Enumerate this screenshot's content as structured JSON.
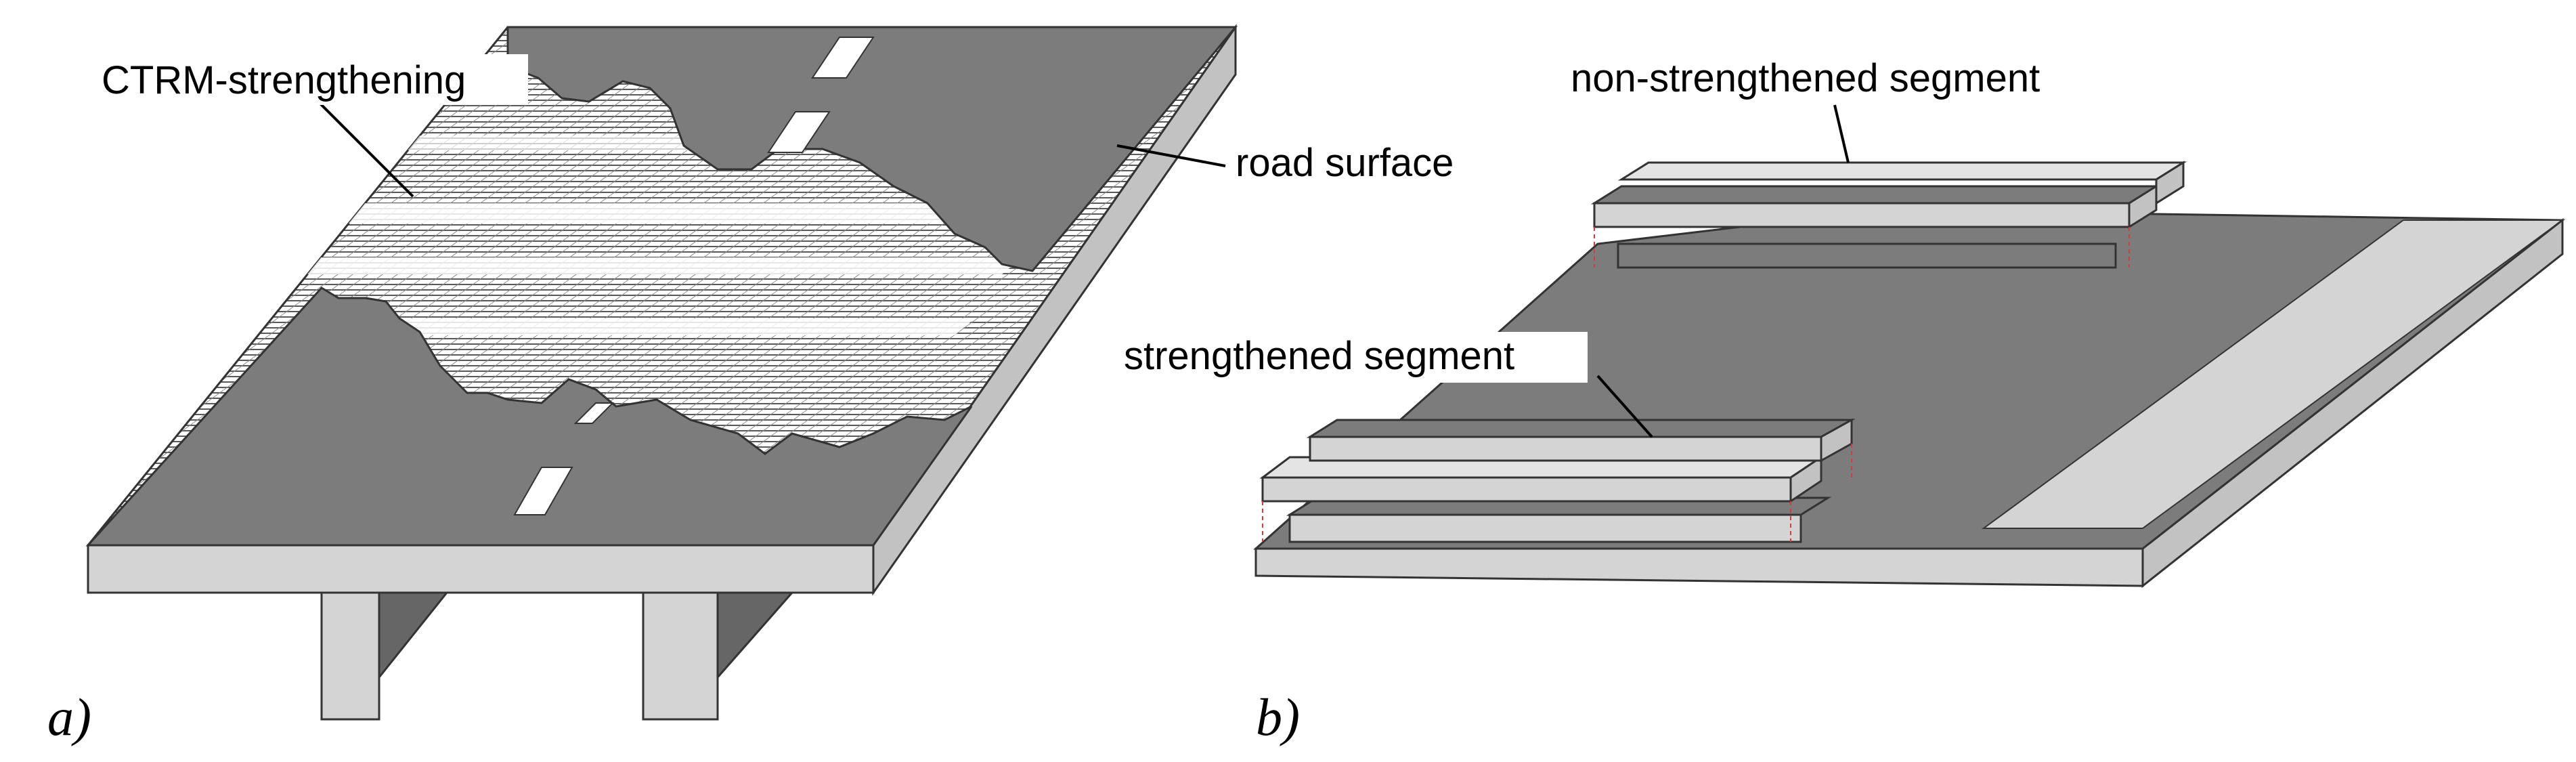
{
  "labels": {
    "ctrm": "CTRM-strengthening",
    "road_surface": "road surface",
    "non_strengthened": "non-strengthened segment",
    "strengthened": "strengthened segment"
  },
  "panels": {
    "a": "a)",
    "b": "b)"
  },
  "colors": {
    "asphalt": "#7c7c7c",
    "concrete_light": "#d4d4d4",
    "concrete_side": "#c2c2c2",
    "shadow": "#666666",
    "hatch": "#5a5a5a",
    "lane_marking": "#ffffff",
    "guide_lines": "#d23c3c"
  }
}
